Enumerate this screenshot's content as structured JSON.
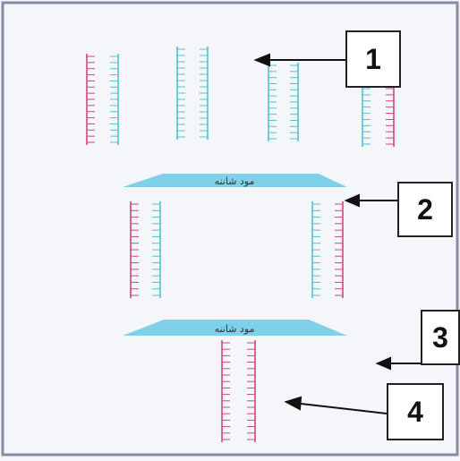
{
  "colors": {
    "pink": "#d6457a",
    "cyan": "#4fc3cf",
    "band_fill": "#7fd1ea",
    "frame": "#8a8aa6",
    "background": "#f4f6fa"
  },
  "gel_bands": [
    {
      "text": "مود شاننه",
      "icon": "gradient-separator-icon"
    },
    {
      "text": "مود شاننه",
      "icon": "gradient-separator-icon"
    }
  ],
  "labels": [
    "1",
    "2",
    "3",
    "4"
  ],
  "strand_colors": {
    "row1": [
      [
        "pink",
        "cyan"
      ],
      [
        "cyan",
        "cyan"
      ],
      [
        "cyan",
        "cyan"
      ],
      [
        "cyan",
        "pink"
      ]
    ],
    "row2": [
      [
        "pink",
        "cyan"
      ],
      [
        "cyan",
        "pink"
      ]
    ],
    "row3": [
      [
        "pink",
        "pink"
      ]
    ]
  }
}
